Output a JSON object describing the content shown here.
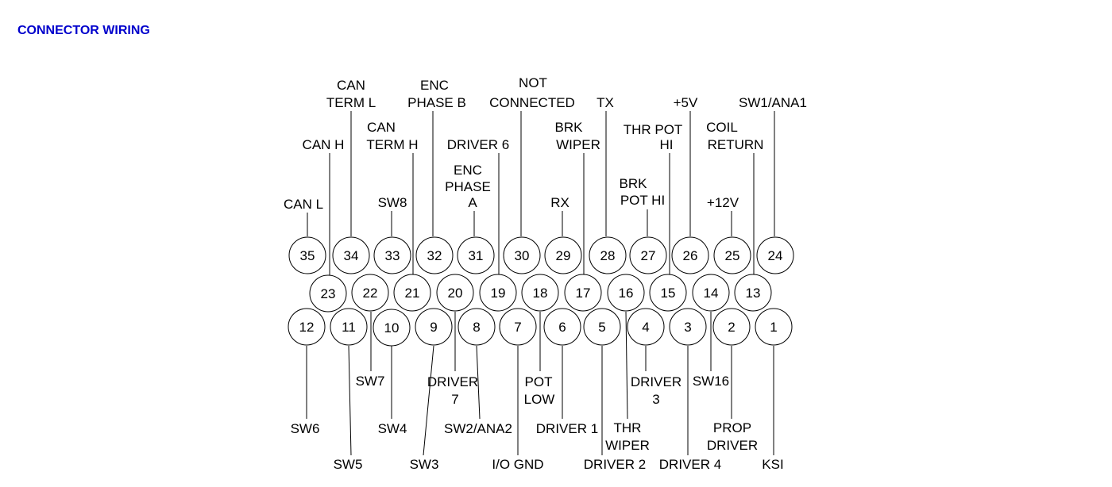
{
  "title": "CONNECTOR WIRING",
  "pins": [
    "1",
    "2",
    "3",
    "4",
    "5",
    "6",
    "7",
    "8",
    "9",
    "10",
    "11",
    "12",
    "13",
    "14",
    "15",
    "16",
    "17",
    "18",
    "19",
    "20",
    "21",
    "22",
    "23",
    "24",
    "25",
    "26",
    "27",
    "28",
    "29",
    "30",
    "31",
    "32",
    "33",
    "34",
    "35"
  ],
  "labels": {
    "can_l": "CAN L",
    "can_h": "CAN H",
    "can_term_l": [
      "CAN",
      "TERM L"
    ],
    "sw8": "SW8",
    "can_term_h": [
      "CAN",
      "TERM H"
    ],
    "enc_phase_b": [
      "ENC",
      "PHASE B"
    ],
    "enc_phase_a": [
      "ENC",
      "PHASE",
      "A"
    ],
    "driver_6": "DRIVER 6",
    "not_connected": [
      "NOT",
      "CONNECTED"
    ],
    "rx": "RX",
    "brk_wiper": [
      "BRK",
      "WIPER"
    ],
    "tx": "TX",
    "brk_pot_hi": [
      "BRK",
      "POT HI"
    ],
    "thr_pot_hi": [
      "THR POT",
      "HI"
    ],
    "plus5v": "+5V",
    "plus12v": "+12V",
    "coil_return": [
      "COIL",
      "RETURN"
    ],
    "sw1_ana1": "SW1/ANA1",
    "sw6": "SW6",
    "sw5": "SW5",
    "sw7": "SW7",
    "sw4": "SW4",
    "sw3": "SW3",
    "driver_7": [
      "DRIVER",
      "7"
    ],
    "sw2_ana2": "SW2/ANA2",
    "io_gnd": "I/O GND",
    "pot_low": [
      "POT",
      "LOW"
    ],
    "driver_1": "DRIVER 1",
    "driver_2": "DRIVER 2",
    "thr_wiper": [
      "THR",
      "WIPER"
    ],
    "driver_3": [
      "DRIVER",
      "3"
    ],
    "driver_4": "DRIVER 4",
    "sw16": "SW16",
    "prop_driver": [
      "PROP",
      "DRIVER"
    ],
    "ksi": "KSI"
  }
}
